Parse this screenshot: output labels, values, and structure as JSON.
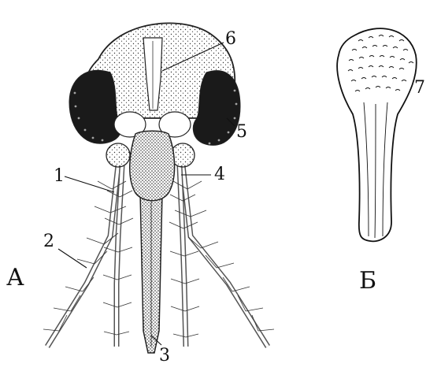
{
  "figure": {
    "panel_a_label": "А",
    "panel_b_label": "Б",
    "callouts": [
      {
        "id": "1",
        "label": "1"
      },
      {
        "id": "2",
        "label": "2"
      },
      {
        "id": "3",
        "label": "3"
      },
      {
        "id": "4",
        "label": "4"
      },
      {
        "id": "5",
        "label": "5"
      },
      {
        "id": "6",
        "label": "6"
      },
      {
        "id": "7",
        "label": "7"
      }
    ]
  },
  "colors": {
    "ink": "#111111",
    "eye": "#1a1a1a",
    "paper": "#ffffff"
  }
}
